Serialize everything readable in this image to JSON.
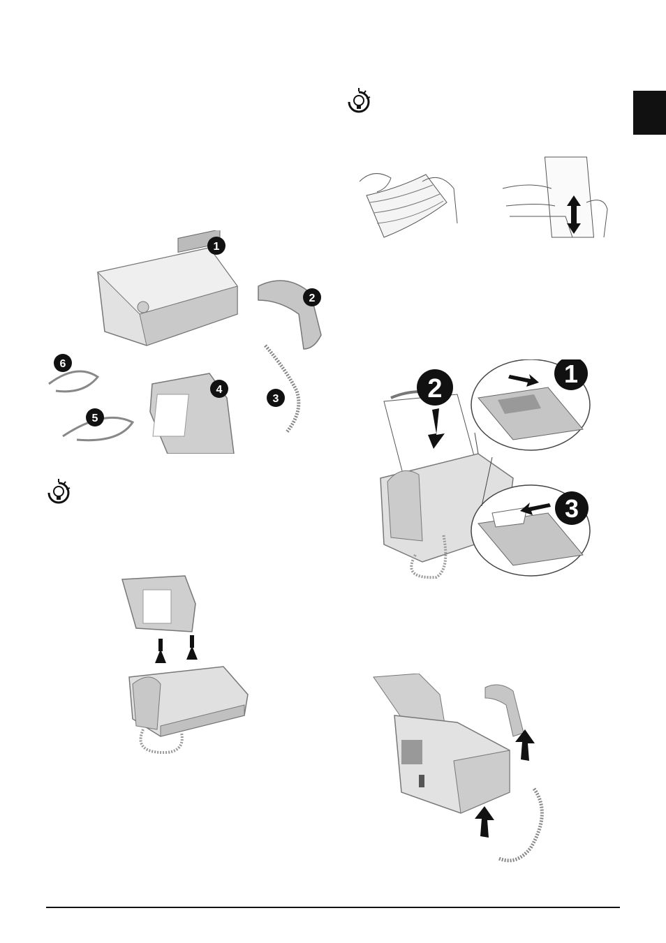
{
  "colors": {
    "ink": "#111111",
    "device": "#d8d8d8",
    "device_dark": "#a8a8a8",
    "tab": "#111111"
  },
  "callouts": {
    "box_contents": [
      "1",
      "2",
      "3",
      "4",
      "5",
      "6"
    ],
    "paper_insert_steps": [
      "1",
      "2",
      "3"
    ]
  },
  "icons": [
    "tip-icon",
    "tip-icon"
  ]
}
